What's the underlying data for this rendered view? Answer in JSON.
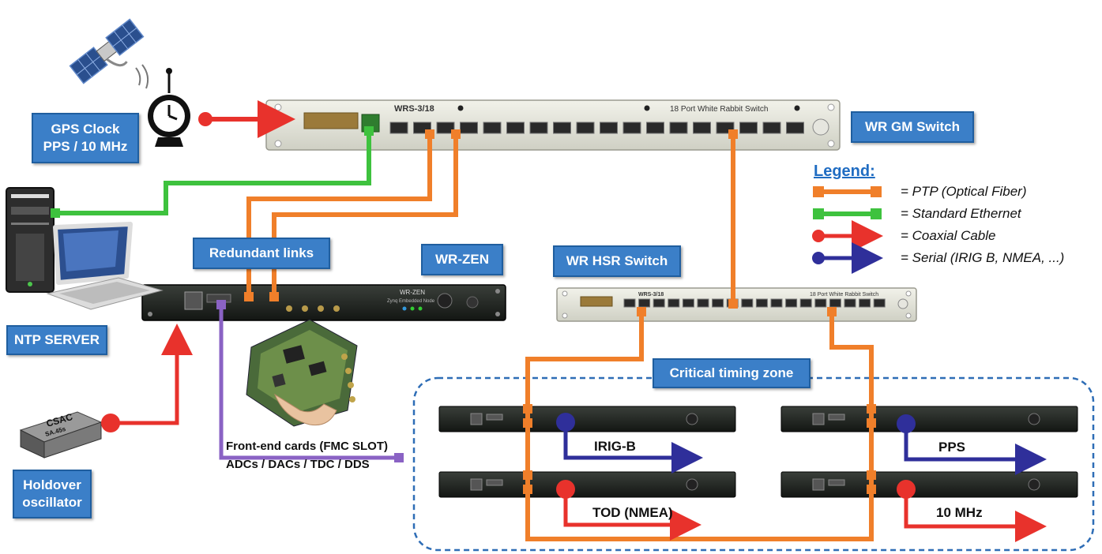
{
  "labels": {
    "gps_clock_line1": "GPS Clock",
    "gps_clock_line2": "PPS / 10 MHz",
    "ntp_server": "NTP SERVER",
    "holdover_line1": "Holdover",
    "holdover_line2": "oscillator",
    "wr_gm_switch": "WR GM Switch",
    "redundant_links": "Redundant links",
    "wr_zen": "WR-ZEN",
    "wr_hsr_switch": "WR HSR Switch",
    "critical_timing_zone": "Critical timing zone"
  },
  "devices": {
    "gm_switch_model": "WRS-3/18",
    "gm_switch_title": "18 Port White Rabbit Switch",
    "hsr_switch_model": "WRS-3/18",
    "hsr_switch_title": "18 Port White Rabbit Switch",
    "zen_front_title": "WR-ZEN",
    "zen_front_sub": "Zynq Embedded Node",
    "csac_top": "CSAC",
    "csac_bottom": "SA.45s"
  },
  "front_end": {
    "line1": "Front-end cards (FMC SLOT)",
    "line2": "ADCs / DACs / TDC / DDS"
  },
  "outputs": {
    "irig_b": "IRIG-B",
    "pps": "PPS",
    "tod": "TOD (NMEA)",
    "mhz10": "10 MHz"
  },
  "legend": {
    "title": "Legend:",
    "items": [
      {
        "text": "=  PTP (Optical Fiber)",
        "color": "#f07f2a",
        "kind": "fiber"
      },
      {
        "text": "=  Standard Ethernet",
        "color": "#3ec23e",
        "kind": "ethernet"
      },
      {
        "text": "=  Coaxial Cable",
        "color": "#e8322c",
        "kind": "coax"
      },
      {
        "text": "=  Serial (IRIG B, NMEA, ...)",
        "color": "#2f2f9a",
        "kind": "serial"
      }
    ]
  },
  "colors": {
    "fiber": "#f07f2a",
    "ethernet": "#3ec23e",
    "coax": "#e8322c",
    "serial": "#2f2f9a",
    "fmc": "#8a62c4",
    "label_bg": "#3b7fc8"
  }
}
